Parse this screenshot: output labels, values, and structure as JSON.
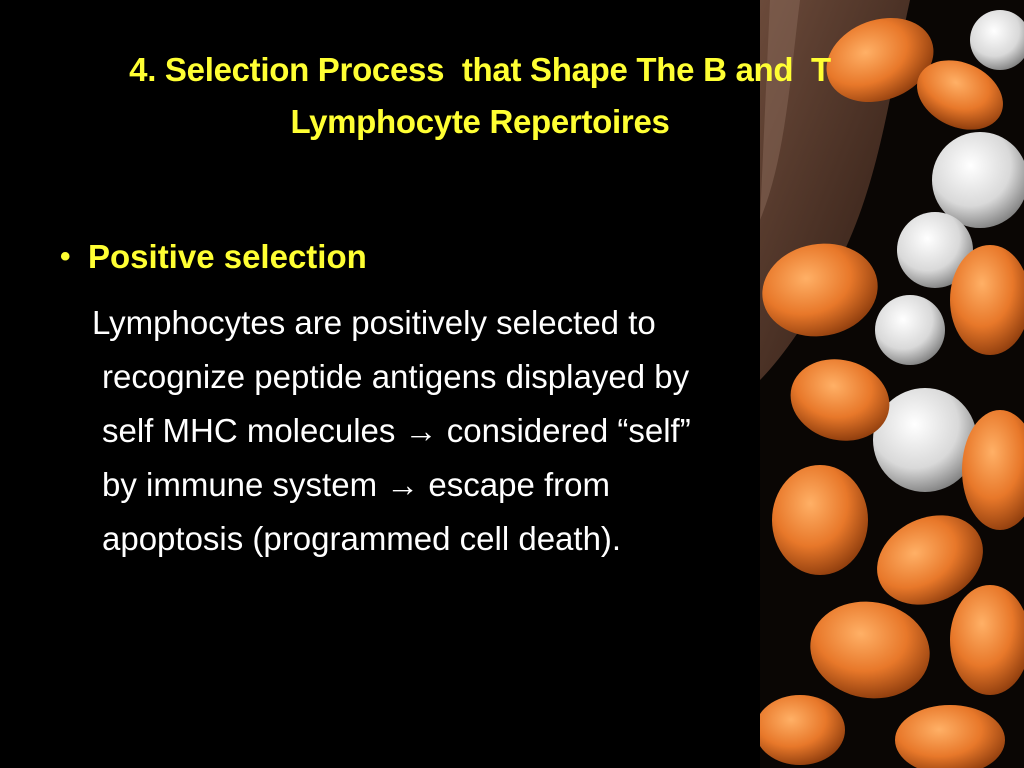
{
  "slide": {
    "title_line1": "4. Selection Process  that Shape The B and  T",
    "title_line2": "Lymphocyte Repertoires",
    "bullet_marker": "•",
    "bullet_heading": "Positive selection",
    "body": {
      "line1": "Lymphocytes are positively selected to",
      "line2": "recognize peptide antigens displayed by",
      "line3a": "self MHC molecules ",
      "arrow1": "→",
      "line3b": " considered “self”",
      "line4a": "by immune system ",
      "arrow2": "→",
      "line4b": " escape from",
      "line5": "apoptosis (programmed cell death)."
    },
    "image_icon": "blood-cells-micrograph"
  },
  "colors": {
    "background": "#000000",
    "title": "#ffff33",
    "body_text": "#ffffff",
    "red_cell": "#e8782a",
    "white_cell": "#e9e9e9"
  }
}
